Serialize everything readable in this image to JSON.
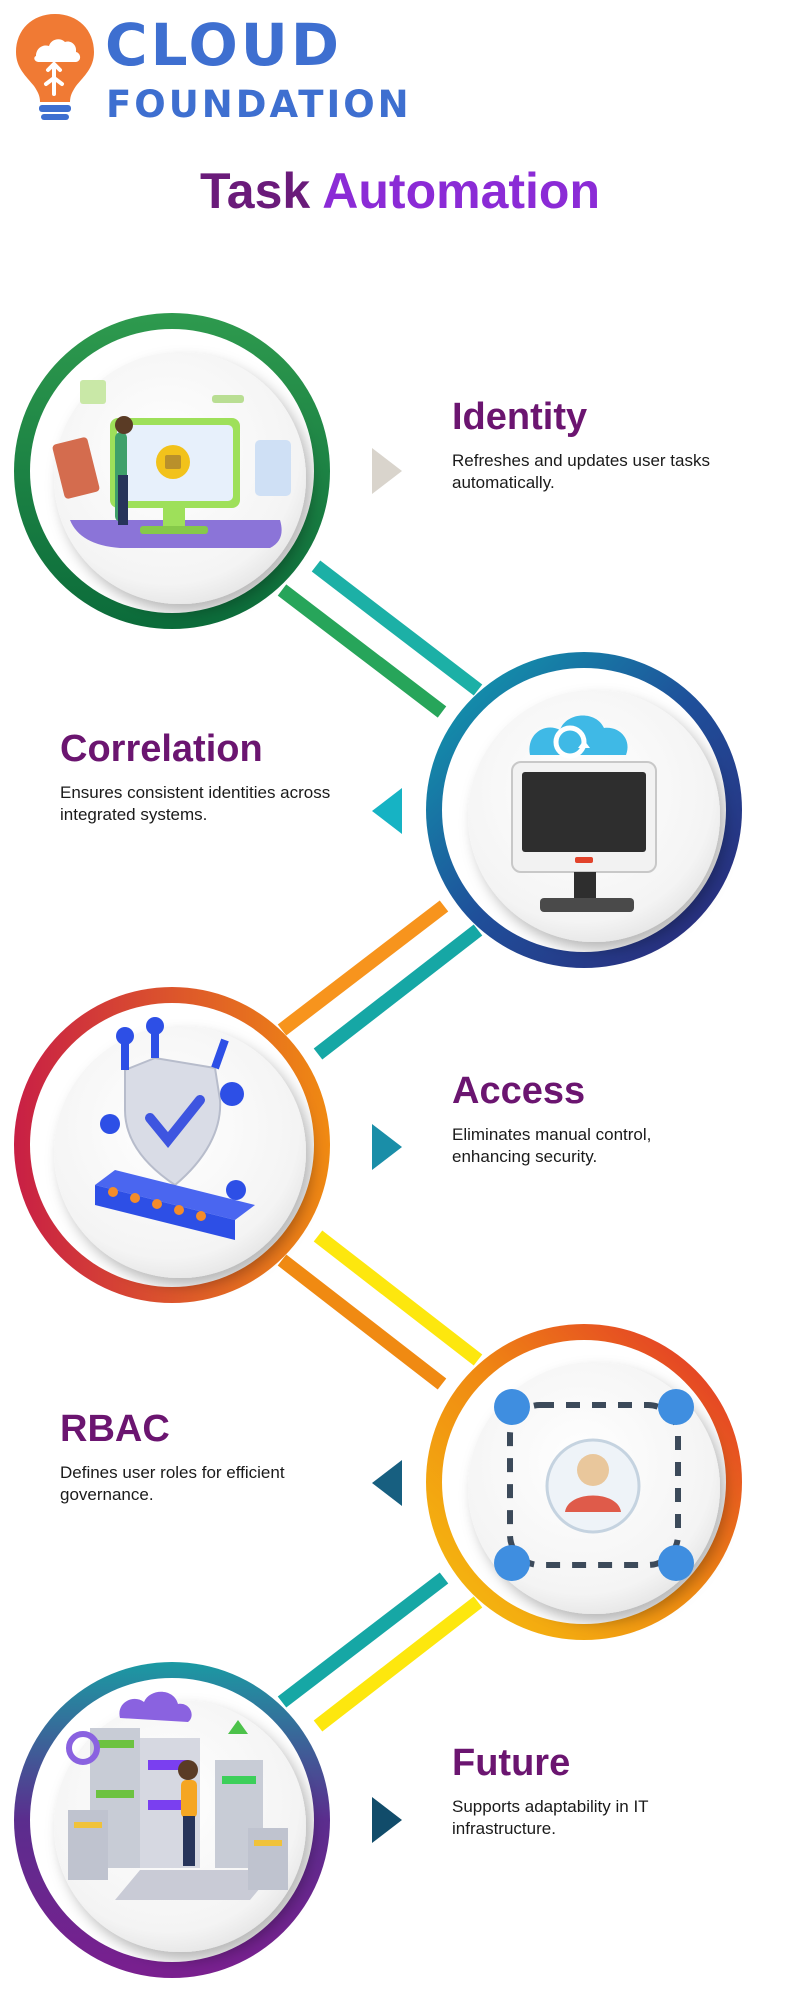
{
  "brand": {
    "line1": "CLOUD",
    "line2": "FOUNDATION",
    "logo_icon": "lightbulb-cloud-icon",
    "color": "#3e6fd0",
    "bulb_color": "#f07a34"
  },
  "title": {
    "word1": "Task",
    "word2": "Automation"
  },
  "colors": {
    "title_dark": "#6a1b7a",
    "title_light": "#8b2bd6",
    "step_title": "#6b1570"
  },
  "steps": [
    {
      "title": "Identity",
      "description": "Refreshes and updates user tasks automatically.",
      "icon": "security-dashboard-icon",
      "arrow_color": "#d9d4cc"
    },
    {
      "title": "Correlation",
      "description": "Ensures consistent identities across integrated systems.",
      "icon": "cloud-sync-monitor-icon",
      "arrow_color": "#16b3c4"
    },
    {
      "title": "Access",
      "description": "Eliminates manual control, enhancing security.",
      "icon": "shield-check-circuit-icon",
      "arrow_color": "#1a8ea8"
    },
    {
      "title": "RBAC",
      "description": "Defines user roles for efficient governance.",
      "icon": "user-network-icon",
      "arrow_color": "#175f80"
    },
    {
      "title": "Future",
      "description": "Supports adaptability in IT infrastructure.",
      "icon": "server-infrastructure-icon",
      "arrow_color": "#114c6a"
    }
  ]
}
